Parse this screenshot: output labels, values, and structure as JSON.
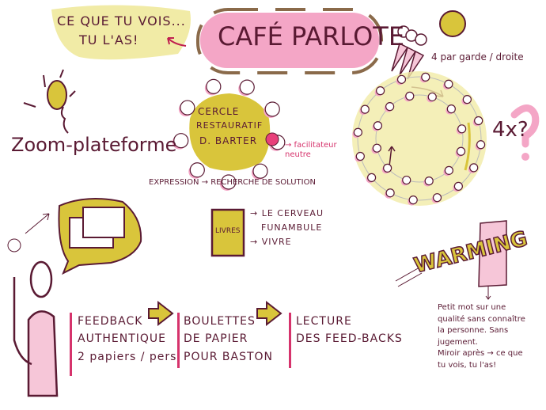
{
  "colors": {
    "ink": "#5a1a33",
    "pink": "#f2a8c4",
    "lightpink": "#f6c6d8",
    "yellow": "#d9c53b",
    "paleyellow": "#f1eba6",
    "magenta": "#d6336c",
    "brown": "#8a6a4a"
  },
  "bubble_quote": {
    "line1": "CE QUE TU VOIS...",
    "line2": "TU L'AS!"
  },
  "title": "CAFÉ PARLOTE",
  "groups": {
    "caption": "4 par garde / droite",
    "repeat": "4x?"
  },
  "zoom": {
    "label": "Zoom-plateforme"
  },
  "circle": {
    "line1": "CERCLE",
    "line2": "RESTAURATIF",
    "line3": "D. BARTER",
    "facilitator": "→ facilitateur neutre"
  },
  "flow_top": "EXPRESSION → RECHERCHE DE SOLUTION",
  "books": {
    "label": "LIVRES",
    "item1": "→ LE CERVEAU",
    "item1b": "FUNAMBULE",
    "item2": "→ VIVRE"
  },
  "warming": {
    "title": "WARMING",
    "note1": "Petit mot sur une",
    "note2": "qualité sans connaître",
    "note3": "la personne. Sans",
    "note4": "jugement.",
    "note5": "Miroir après → ce que",
    "note6": "tu vois, tu l'as!"
  },
  "steps": [
    {
      "line1": "FEEDBACK",
      "line2": "AUTHENTIQUE",
      "line3": "2 papiers / pers"
    },
    {
      "line1": "BOULETTES",
      "line2": "DE PAPIER",
      "line3": "POUR BASTON"
    },
    {
      "line1": "LECTURE",
      "line2": "DES FEED-BACKS"
    }
  ]
}
